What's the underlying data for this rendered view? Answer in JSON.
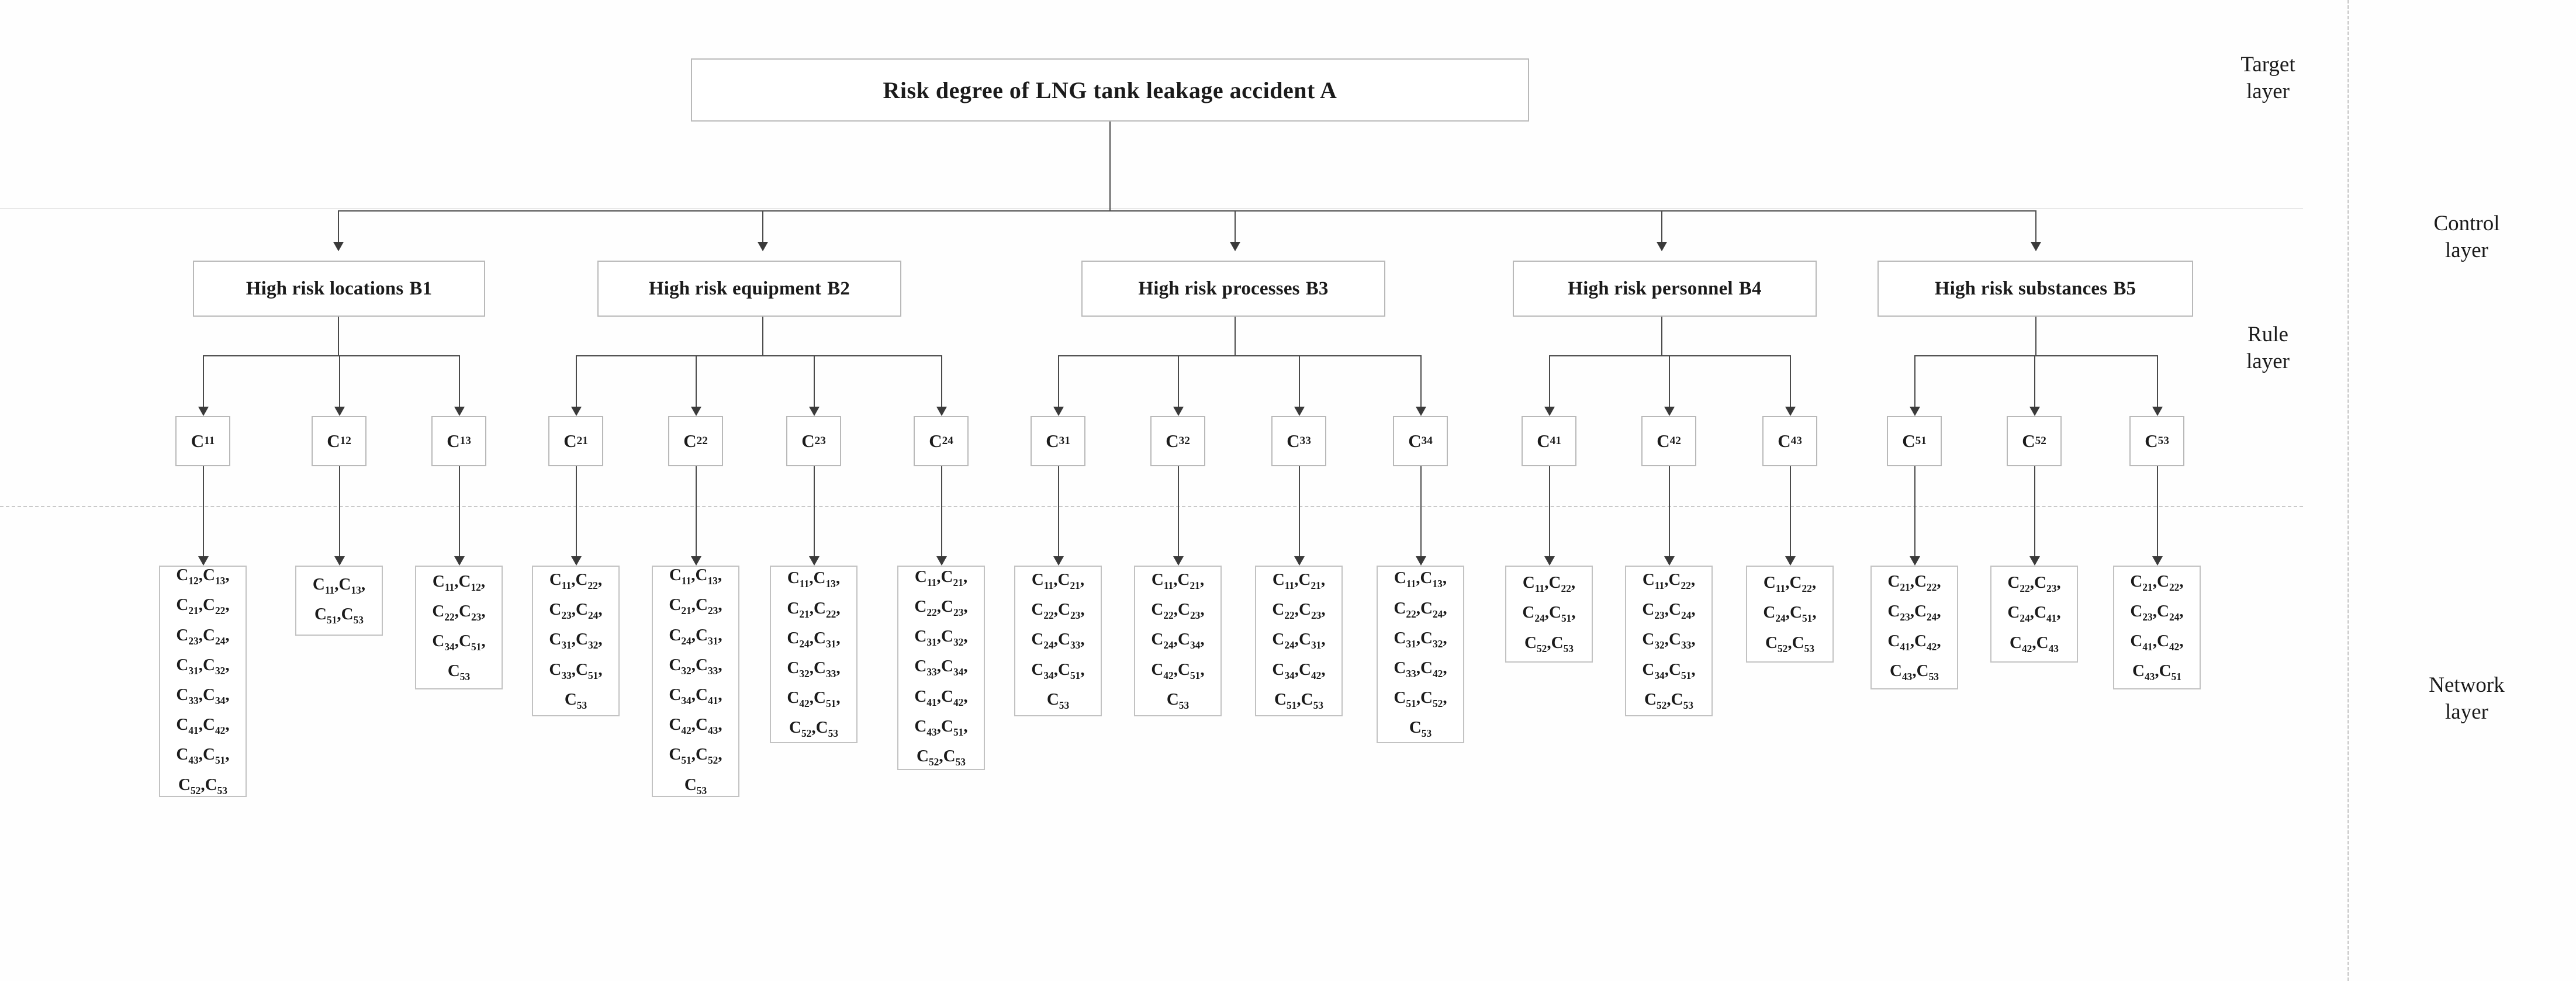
{
  "diagram": {
    "title": "Risk degree of LNG tank leakage accident A",
    "layer_labels": {
      "target": "Target\nlayer",
      "control": "Control\nlayer",
      "rule": "Rule\nlayer",
      "network": "Network\nlayer"
    },
    "target_layer": {
      "goal": "Risk degree of LNG tank leakage accident A"
    },
    "control_layer": {
      "criteria": [
        {
          "text": "High risk locations",
          "code": "B1"
        },
        {
          "text": "High risk equipment",
          "code": "B2"
        },
        {
          "text": "High risk processes",
          "code": "B3"
        },
        {
          "text": "High risk personnel",
          "code": "B4"
        },
        {
          "text": "High risk substances",
          "code": "B5"
        }
      ]
    },
    "rule_layer": {
      "nodes": [
        "C11",
        "C12",
        "C13",
        "C21",
        "C22",
        "C23",
        "C24",
        "C31",
        "C32",
        "C33",
        "C34",
        "C41",
        "C42",
        "C43",
        "C51",
        "C52",
        "C53"
      ]
    },
    "network_layer": {
      "groups": [
        {
          "parent": "C11",
          "lines": [
            "C12,C13,",
            "C21,C22,",
            "C23,C24,",
            "C31,C32,",
            "C33,C34,",
            "C41,C42,",
            "C43,C51,",
            "C52,C53"
          ]
        },
        {
          "parent": "C12",
          "lines": [
            "C11,C13,",
            "C51,C53"
          ]
        },
        {
          "parent": "C13",
          "lines": [
            "C11,C12,",
            "C22,C23,",
            "C34,C51,",
            "C53"
          ]
        },
        {
          "parent": "C21",
          "lines": [
            "C11,C22,",
            "C23,C24,",
            "C31,C32,",
            "C33,C51,",
            "C53"
          ]
        },
        {
          "parent": "C22",
          "lines": [
            "C11,C13,",
            "C21,C23,",
            "C24,C31,",
            "C32,C33,",
            "C34,C41,",
            "C42,C43,",
            "C51,C52,",
            "C53"
          ]
        },
        {
          "parent": "C23",
          "lines": [
            "C11,C13,",
            "C21,C22,",
            "C24,C31,",
            "C32,C33,",
            "C42,C51,",
            "C52,C53"
          ]
        },
        {
          "parent": "C24",
          "lines": [
            "C11,C21,",
            "C22,C23,",
            "C31,C32,",
            "C33,C34,",
            "C41,C42,",
            "C43,C51,",
            "C52,C53"
          ]
        },
        {
          "parent": "C31",
          "lines": [
            "C11,C21,",
            "C22,C23,",
            "C24,C33,",
            "C34,C51,",
            "C53"
          ]
        },
        {
          "parent": "C32",
          "lines": [
            "C11,C21,",
            "C22,C23,",
            "C24,C34,",
            "C42,C51,",
            "C53"
          ]
        },
        {
          "parent": "C33",
          "lines": [
            "C11,C21,",
            "C22,C23,",
            "C24,C31,",
            "C34,C42,",
            "C51,C53"
          ]
        },
        {
          "parent": "C34",
          "lines": [
            "C11,C13,",
            "C22,C24,",
            "C31,C32,",
            "C33,C42,",
            "C51,C52,",
            "C53"
          ]
        },
        {
          "parent": "C41",
          "lines": [
            "C11,C22,",
            "C24,C51,",
            "C52,C53"
          ]
        },
        {
          "parent": "C42",
          "lines": [
            "C11,C22,",
            "C23,C24,",
            "C32,C33,",
            "C34,C51,",
            "C52,C53"
          ]
        },
        {
          "parent": "C43",
          "lines": [
            "C11,C22,",
            "C24,C51,",
            "C52,C53"
          ]
        },
        {
          "parent": "C51",
          "lines": [
            "C21,C22,",
            "C23,C24,",
            "C41,C42,",
            "C43,C53"
          ]
        },
        {
          "parent": "C52",
          "lines": [
            "C22,C23,",
            "C24,C41,",
            "C42,C43"
          ]
        },
        {
          "parent": "C53",
          "lines": [
            "C21,C22,",
            "C23,C24,",
            "C41,C42,",
            "C43,C51"
          ]
        }
      ]
    }
  }
}
